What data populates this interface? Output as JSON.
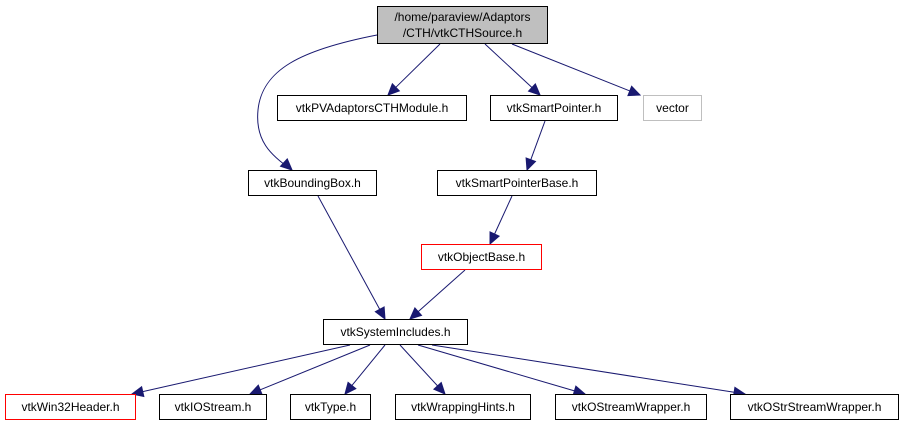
{
  "diagram": {
    "title": "Include dependency graph for vtkCTHSource.h",
    "edge_color": "#191970",
    "nodes": [
      {
        "id": "root",
        "label_lines": [
          "/home/paraview/Adaptors",
          "/CTH/vtkCTHSource.h"
        ],
        "style": "root",
        "fill": "#bfbfbf"
      },
      {
        "id": "pvmodule",
        "label": "vtkPVAdaptorsCTHModule.h",
        "style": "normal"
      },
      {
        "id": "smartptr",
        "label": "vtkSmartPointer.h",
        "style": "normal"
      },
      {
        "id": "vector",
        "label": "vector",
        "style": "grey"
      },
      {
        "id": "bbox",
        "label": "vtkBoundingBox.h",
        "style": "normal"
      },
      {
        "id": "smartptrbase",
        "label": "vtkSmartPointerBase.h",
        "style": "normal"
      },
      {
        "id": "objectbase",
        "label": "vtkObjectBase.h",
        "style": "red"
      },
      {
        "id": "sysincludes",
        "label": "vtkSystemIncludes.h",
        "style": "normal"
      },
      {
        "id": "win32",
        "label": "vtkWin32Header.h",
        "style": "red"
      },
      {
        "id": "iostream",
        "label": "vtkIOStream.h",
        "style": "normal"
      },
      {
        "id": "type",
        "label": "vtkType.h",
        "style": "normal"
      },
      {
        "id": "wraphints",
        "label": "vtkWrappingHints.h",
        "style": "normal"
      },
      {
        "id": "ostreamwrap",
        "label": "vtkOStreamWrapper.h",
        "style": "normal"
      },
      {
        "id": "ostrstreamwrap",
        "label": "vtkOStrStreamWrapper.h",
        "style": "normal"
      }
    ],
    "edges": [
      [
        "root",
        "pvmodule"
      ],
      [
        "root",
        "smartptr"
      ],
      [
        "root",
        "vector"
      ],
      [
        "root",
        "bbox"
      ],
      [
        "smartptr",
        "smartptrbase"
      ],
      [
        "smartptrbase",
        "objectbase"
      ],
      [
        "bbox",
        "sysincludes"
      ],
      [
        "objectbase",
        "sysincludes"
      ],
      [
        "sysincludes",
        "win32"
      ],
      [
        "sysincludes",
        "iostream"
      ],
      [
        "sysincludes",
        "type"
      ],
      [
        "sysincludes",
        "wraphints"
      ],
      [
        "sysincludes",
        "ostreamwrap"
      ],
      [
        "sysincludes",
        "ostrstreamwrap"
      ]
    ]
  }
}
